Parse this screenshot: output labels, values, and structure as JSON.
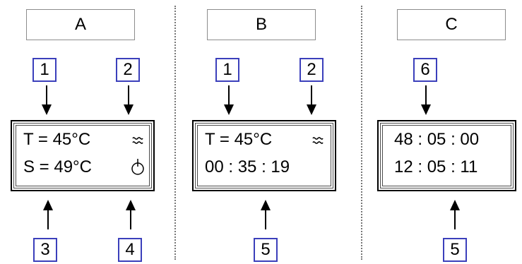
{
  "panels": [
    {
      "label": "A",
      "top_numbers": [
        "1",
        "2"
      ],
      "bottom_numbers": [
        "3",
        "4"
      ],
      "display": {
        "line1": "T = 45°C",
        "line2": "S = 49°C",
        "line1_icon": "wave-icon",
        "line2_icon": "power-icon"
      }
    },
    {
      "label": "B",
      "top_numbers": [
        "1",
        "2"
      ],
      "bottom_numbers": [
        "5"
      ],
      "display": {
        "line1": "T = 45°C",
        "line2": "00 : 35 : 19",
        "line1_icon": "wave-icon"
      }
    },
    {
      "label": "C",
      "top_numbers": [
        "6"
      ],
      "bottom_numbers": [
        "5"
      ],
      "display": {
        "line1": "48 : 05 : 00",
        "line2": "12 : 05 : 11"
      }
    }
  ],
  "colors": {
    "number_border": "#3b3fbb",
    "display_border": "#000000",
    "divider": "#777777"
  }
}
